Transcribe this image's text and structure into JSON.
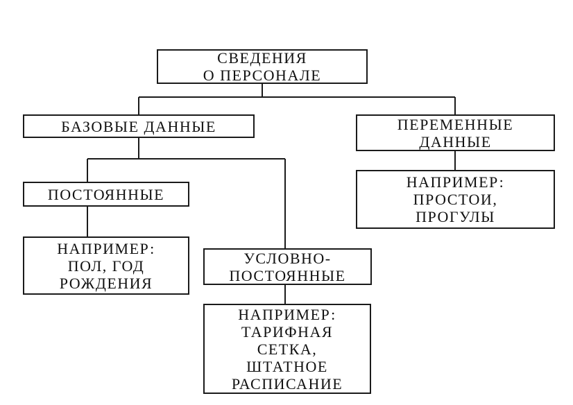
{
  "diagram": {
    "root": {
      "lines": [
        "СВЕДЕНИЯ",
        "О ПЕРСОНАЛЕ"
      ]
    },
    "base_data": {
      "lines": [
        "БАЗОВЫЕ ДАННЫЕ"
      ]
    },
    "variable_data": {
      "lines": [
        "ПЕРЕМЕННЫЕ",
        "ДАННЫЕ"
      ]
    },
    "variable_example": {
      "lines": [
        "НАПРИМЕР:",
        "ПРОСТОИ,",
        "ПРОГУЛЫ"
      ]
    },
    "constant": {
      "lines": [
        "ПОСТОЯННЫЕ"
      ]
    },
    "constant_example": {
      "lines": [
        "НАПРИМЕР:",
        "ПОЛ, ГОД",
        "РОЖДЕНИЯ"
      ]
    },
    "conditional": {
      "lines": [
        "УСЛОВНО-",
        "ПОСТОЯННЫЕ"
      ]
    },
    "conditional_example": {
      "lines": [
        "НАПРИМЕР:",
        "ТАРИФНАЯ",
        "СЕТКА,",
        "ШТАТНОЕ",
        "РАСПИСАНИЕ"
      ]
    }
  }
}
